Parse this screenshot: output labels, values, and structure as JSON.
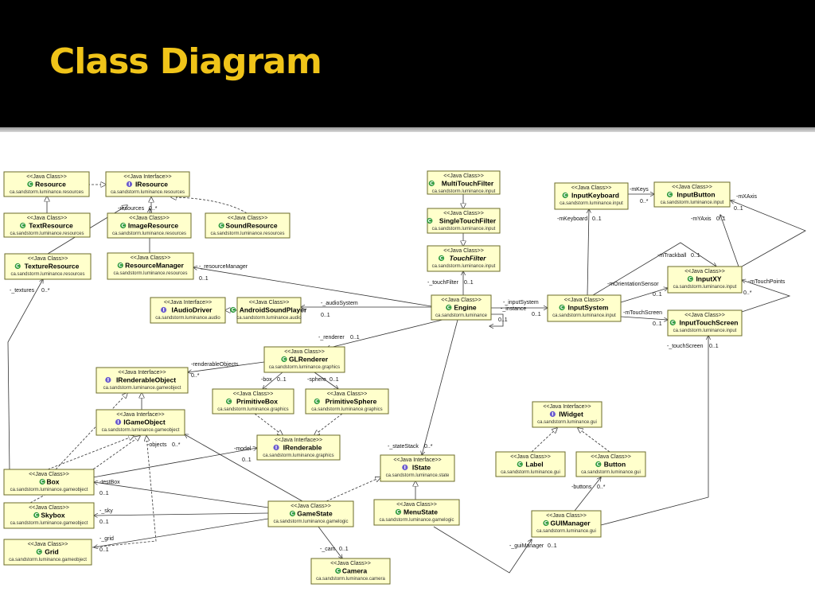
{
  "slide": {
    "title": "Class Diagram"
  },
  "stereotypes": {
    "class": "<<Java Class>>",
    "interface": "<<Java Interface>>"
  },
  "classes": [
    {
      "id": "resource",
      "name": "Resource",
      "kind": "class",
      "package": "ca.sandstorm.luminance.resources"
    },
    {
      "id": "iresource",
      "name": "IResource",
      "kind": "interface",
      "package": "ca.sandstorm.luminance.resources"
    },
    {
      "id": "textresource",
      "name": "TextResource",
      "kind": "class",
      "package": "ca.sandstorm.luminance.resources"
    },
    {
      "id": "imageresource",
      "name": "ImageResource",
      "kind": "class",
      "package": "ca.sandstorm.luminance.resources"
    },
    {
      "id": "soundresource",
      "name": "SoundResource",
      "kind": "class",
      "package": "ca.sandstorm.luminance.resources"
    },
    {
      "id": "textureresource",
      "name": "TextureResource",
      "kind": "class",
      "package": "ca.sandstorm.luminance.resources"
    },
    {
      "id": "resourcemanager",
      "name": "ResourceManager",
      "kind": "class",
      "package": "ca.sandstorm.luminance.resources"
    },
    {
      "id": "multitouchfilter",
      "name": "MultiTouchFilter",
      "kind": "class",
      "package": "ca.sandstorm.luminance.input"
    },
    {
      "id": "singletouchfilter",
      "name": "SingleTouchFilter",
      "kind": "class",
      "package": "ca.sandstorm.luminance.input"
    },
    {
      "id": "touchfilter",
      "name": "TouchFilter",
      "kind": "class",
      "package": "ca.sandstorm.luminance.input",
      "italic": true
    },
    {
      "id": "inputkeyboard",
      "name": "InputKeyboard",
      "kind": "class",
      "package": "ca.sandstorm.luminance.input"
    },
    {
      "id": "inputbutton",
      "name": "InputButton",
      "kind": "class",
      "package": "ca.sandstorm.luminance.input"
    },
    {
      "id": "inputxy",
      "name": "InputXY",
      "kind": "class",
      "package": "ca.sandstorm.luminance.input"
    },
    {
      "id": "inputsystem",
      "name": "InputSystem",
      "kind": "class",
      "package": "ca.sandstorm.luminance.input"
    },
    {
      "id": "inputtouchscreen",
      "name": "InputTouchScreen",
      "kind": "class",
      "package": "ca.sandstorm.luminance.input"
    },
    {
      "id": "iaudiodriver",
      "name": "IAudioDriver",
      "kind": "interface",
      "package": "ca.sandstorm.luminance.audio"
    },
    {
      "id": "androidsoundplayer",
      "name": "AndroidSoundPlayer",
      "kind": "class",
      "package": "ca.sandstorm.luminance.audio"
    },
    {
      "id": "engine",
      "name": "Engine",
      "kind": "class",
      "package": "ca.sandstorm.luminance"
    },
    {
      "id": "glrenderer",
      "name": "GLRenderer",
      "kind": "class",
      "package": "ca.sandstorm.luminance.graphics"
    },
    {
      "id": "irenderableobject",
      "name": "IRenderableObject",
      "kind": "interface",
      "package": "ca.sandstorm.luminance.gameobject"
    },
    {
      "id": "primitivebox",
      "name": "PrimitiveBox",
      "kind": "class",
      "package": "ca.sandstorm.luminance.graphics"
    },
    {
      "id": "primitivesphere",
      "name": "PrimitiveSphere",
      "kind": "class",
      "package": "ca.sandstorm.luminance.graphics"
    },
    {
      "id": "igameobject",
      "name": "IGameObject",
      "kind": "interface",
      "package": "ca.sandstorm.luminance.gameobject"
    },
    {
      "id": "irenderable",
      "name": "IRenderable",
      "kind": "interface",
      "package": "ca.sandstorm.luminance.graphics"
    },
    {
      "id": "iwidget",
      "name": "IWidget",
      "kind": "interface",
      "package": "ca.sandstorm.luminance.gui"
    },
    {
      "id": "label",
      "name": "Label",
      "kind": "class",
      "package": "ca.sandstorm.luminance.gui"
    },
    {
      "id": "button",
      "name": "Button",
      "kind": "class",
      "package": "ca.sandstorm.luminance.gui"
    },
    {
      "id": "istate",
      "name": "IState",
      "kind": "interface",
      "package": "ca.sandstorm.luminance.state"
    },
    {
      "id": "box",
      "name": "Box",
      "kind": "class",
      "package": "ca.sandstorm.luminance.gameobject"
    },
    {
      "id": "skybox",
      "name": "Skybox",
      "kind": "class",
      "package": "ca.sandstorm.luminance.gameobject"
    },
    {
      "id": "grid",
      "name": "Grid",
      "kind": "class",
      "package": "ca.sandstorm.luminance.gameobject"
    },
    {
      "id": "gamestate",
      "name": "GameState",
      "kind": "class",
      "package": "ca.sandstorm.luminance.gamelogic"
    },
    {
      "id": "menustate",
      "name": "MenuState",
      "kind": "class",
      "package": "ca.sandstorm.luminance.gamelogic"
    },
    {
      "id": "guimanager",
      "name": "GUIManager",
      "kind": "class",
      "package": "ca.sandstorm.luminance.gui"
    },
    {
      "id": "camera",
      "name": "Camera",
      "kind": "class",
      "package": "ca.sandstorm.luminance.camera"
    }
  ],
  "edge_labels": [
    {
      "id": "resources",
      "text": "-resources"
    },
    {
      "id": "resources-mult",
      "text": "0..*"
    },
    {
      "id": "textures",
      "text": "-_textures"
    },
    {
      "id": "textures-mult",
      "text": "0..*"
    },
    {
      "id": "resourcemanager",
      "text": "-_resourceManager"
    },
    {
      "id": "resourcemanager-mult",
      "text": "0..1"
    },
    {
      "id": "audiosystem",
      "text": "-_audioSystem"
    },
    {
      "id": "audiosystem-mult",
      "text": "0..1"
    },
    {
      "id": "touchfilter",
      "text": "-_touchFilter"
    },
    {
      "id": "touchfilter-mult",
      "text": "0..1"
    },
    {
      "id": "inputsystem",
      "text": "-_inputSystem"
    },
    {
      "id": "instance",
      "text": "-_instance"
    },
    {
      "id": "inputsystem-mult",
      "text": "0..1"
    },
    {
      "id": "instance-mult",
      "text": "0..1"
    },
    {
      "id": "mkeys",
      "text": "-mKeys"
    },
    {
      "id": "mkeys-mult",
      "text": "0..*"
    },
    {
      "id": "mkeyboard",
      "text": "-mKeyboard"
    },
    {
      "id": "mkeyboard-mult",
      "text": "0..1"
    },
    {
      "id": "mxaxis",
      "text": "-mXAxis"
    },
    {
      "id": "mxaxis-mult",
      "text": "0..1"
    },
    {
      "id": "myaxis",
      "text": "-mYAxis"
    },
    {
      "id": "myaxis-mult",
      "text": "0..1"
    },
    {
      "id": "mtrackball",
      "text": "-mTrackball"
    },
    {
      "id": "mtrackball-mult",
      "text": "0..1"
    },
    {
      "id": "morientation",
      "text": "-mOrientationSensor"
    },
    {
      "id": "morientation-mult",
      "text": "0..1"
    },
    {
      "id": "mtouchpoints",
      "text": "-mTouchPoints"
    },
    {
      "id": "mtouchpoints-mult",
      "text": "0..*"
    },
    {
      "id": "mtouchscreen",
      "text": "-mTouchScreen"
    },
    {
      "id": "mtouchscreen-mult",
      "text": "0..1"
    },
    {
      "id": "touchscreen",
      "text": "-_touchScreen"
    },
    {
      "id": "touchscreen-mult",
      "text": "0..1"
    },
    {
      "id": "renderer",
      "text": "-_renderer"
    },
    {
      "id": "renderer-mult",
      "text": "0..1"
    },
    {
      "id": "renderableobjects",
      "text": "-renderableObjects"
    },
    {
      "id": "renderableobjects-mult",
      "text": "0..*"
    },
    {
      "id": "box",
      "text": "-box"
    },
    {
      "id": "box-mult",
      "text": "0..1"
    },
    {
      "id": "sphere",
      "text": "-sphere"
    },
    {
      "id": "sphere-mult",
      "text": "0..1"
    },
    {
      "id": "objects",
      "text": "-objects"
    },
    {
      "id": "objects-mult",
      "text": "0..*"
    },
    {
      "id": "model",
      "text": "-model"
    },
    {
      "id": "model-mult",
      "text": "0..1"
    },
    {
      "id": "statestack",
      "text": "-_stateStack"
    },
    {
      "id": "statestack-mult",
      "text": "0..*"
    },
    {
      "id": "testbox",
      "text": "-testBox"
    },
    {
      "id": "testbox-mult",
      "text": "0..1"
    },
    {
      "id": "sky",
      "text": "-_sky"
    },
    {
      "id": "sky-mult",
      "text": "0..1"
    },
    {
      "id": "grid",
      "text": "-_grid"
    },
    {
      "id": "grid-mult",
      "text": "0..1"
    },
    {
      "id": "cam",
      "text": "-_cam"
    },
    {
      "id": "cam-mult",
      "text": "0..1"
    },
    {
      "id": "buttons",
      "text": "-buttons"
    },
    {
      "id": "buttons-mult",
      "text": "0..*"
    },
    {
      "id": "guimanager",
      "text": "-_guiManager"
    },
    {
      "id": "guimanager-mult",
      "text": "0..1"
    }
  ],
  "colors": {
    "title": "#f0c419",
    "header_bg": "#000000",
    "box_fill": "#ffffcc",
    "box_stroke": "#6b6b2a",
    "class_badge": "#2e9a3c",
    "interface_badge": "#6a5acd"
  }
}
